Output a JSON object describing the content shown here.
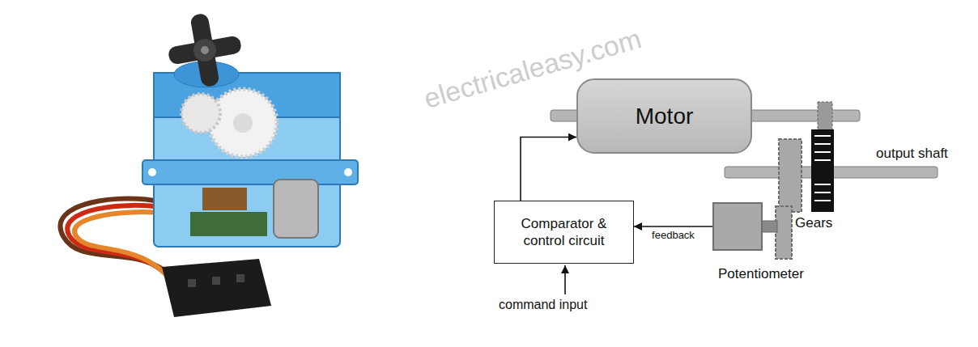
{
  "diagram": {
    "nodes": [
      {
        "text": [
          "Motor"
        ]
      },
      {
        "text": [
          "Comparator & control circuit"
        ]
      },
      {
        "text": [
          "Potentiometer"
        ]
      }
    ],
    "edges": [
      {
        "from": 1,
        "to": 0,
        "arrow": "to"
      },
      {
        "from": 2,
        "to": 1,
        "label": "feedback",
        "arrow": "to"
      }
    ],
    "labels": [
      "output shaft",
      "Gears",
      "command input",
      "electricaleasy.com"
    ]
  }
}
